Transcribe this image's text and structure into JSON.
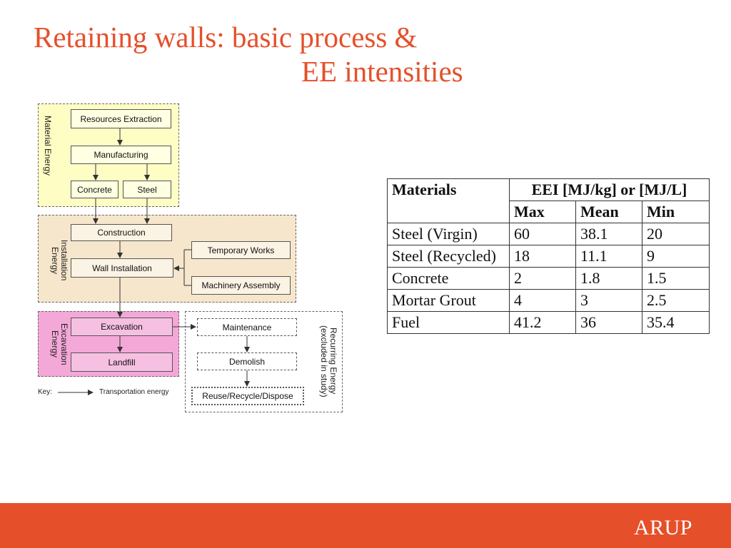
{
  "title": {
    "line1": "Retaining walls: basic process &",
    "line2": "EE intensities"
  },
  "diagram": {
    "zones": {
      "material": "Material Energy",
      "installation": "Installation Energy",
      "excavation": "Excavation Energy",
      "recurring": "Recurring Energy (excluded in study)"
    },
    "boxes": {
      "resources_extraction": "Resources Extraction",
      "manufacturing": "Manufacturing",
      "concrete": "Concrete",
      "steel": "Steel",
      "construction": "Construction",
      "wall_installation": "Wall Installation",
      "temporary_works": "Temporary Works",
      "machinery_assembly": "Machinery Assembly",
      "excavation": "Excavation",
      "landfill": "Landfill",
      "maintenance": "Maintenance",
      "demolish": "Demolish",
      "reuse": "Reuse/Recycle/Dispose"
    },
    "key": {
      "label": "Key:",
      "text": "Transportation energy"
    }
  },
  "table": {
    "header": {
      "materials": "Materials",
      "eei": "EEI [MJ/kg] or [MJ/L]",
      "max": "Max",
      "mean": "Mean",
      "min": "Min"
    },
    "rows": [
      {
        "material": "Steel (Virgin)",
        "max": "60",
        "mean": "38.1",
        "min": "20"
      },
      {
        "material": "Steel (Recycled)",
        "max": "18",
        "mean": "11.1",
        "min": "9"
      },
      {
        "material": "Concrete",
        "max": "2",
        "mean": "1.8",
        "min": "1.5"
      },
      {
        "material": "Mortar Grout",
        "max": "4",
        "mean": "3",
        "min": "2.5"
      },
      {
        "material": "Fuel",
        "max": "41.2",
        "mean": "36",
        "min": "35.4"
      }
    ]
  },
  "footer": {
    "logo": "ARUP",
    "color": "#e5502a"
  }
}
